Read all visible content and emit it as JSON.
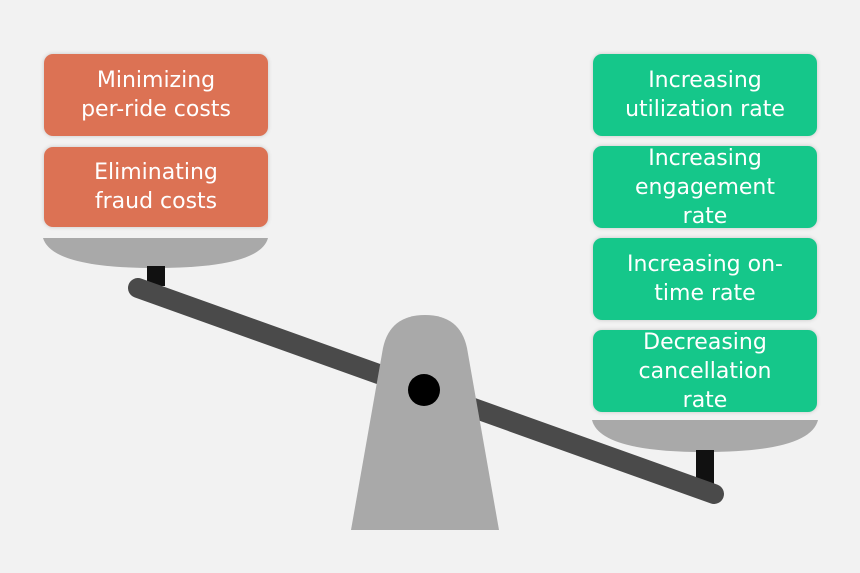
{
  "colors": {
    "cost_box": "#dc7254",
    "benefit_box": "#15c78a",
    "pan": "#a9a9a9",
    "beam": "#4a4a4a",
    "fulcrum": "#a9a9a9",
    "pivot": "#000000"
  },
  "left_pan": {
    "items": [
      {
        "label": "Minimizing\nper-ride costs"
      },
      {
        "label": "Eliminating\nfraud costs"
      }
    ]
  },
  "right_pan": {
    "items": [
      {
        "label": "Increasing\nutilization rate"
      },
      {
        "label": "Increasing\nengagement\nrate"
      },
      {
        "label": "Increasing on-\ntime rate"
      },
      {
        "label": "Decreasing\ncancellation\nrate"
      }
    ]
  }
}
